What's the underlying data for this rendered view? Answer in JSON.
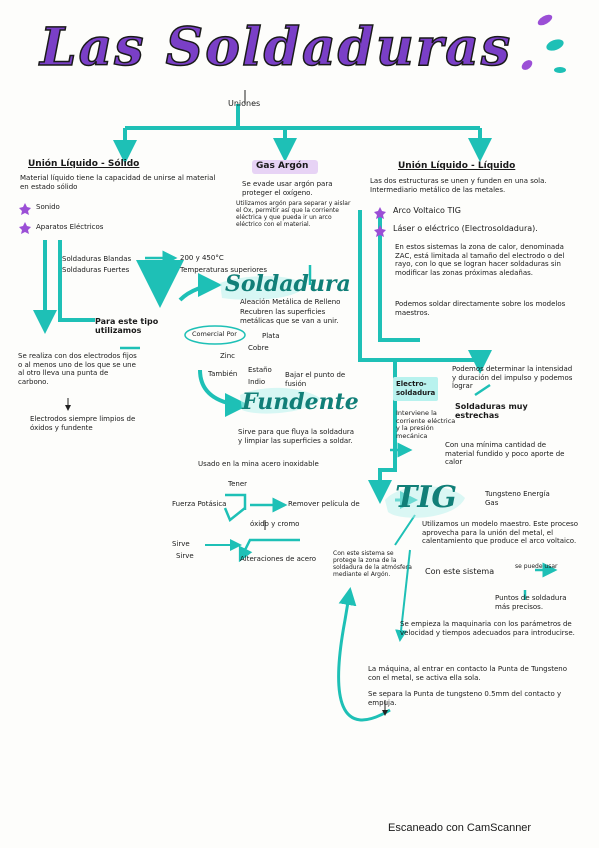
{
  "title": "Las Soldaduras",
  "uniones": "Uniones",
  "left": {
    "heading": "Unión Líquido - Sólido",
    "desc": "Material líquido tiene la capacidad de unirse al material en estado sólido",
    "item1": "Sonido",
    "item2": "Aparatos Eléctricos",
    "sold1": "Soldaduras Blandas",
    "sold2": "Soldaduras Fuertes",
    "temp1": "200 y 450°C",
    "temp2": "Temperaturas superiores",
    "tipo": "Para este tipo utilizamos",
    "electrodos": "Se realiza con dos electrodos fijos o al menos uno de los que se une al otro lleva una punta de carbono.",
    "limpieza": "Electrodos siempre limpios de óxidos y fundente"
  },
  "center": {
    "gas_heading": "Gas Argón",
    "gas_desc": "Se evade usar argón para proteger el oxígeno.",
    "gas_desc2": "Utilizamos argón para separar y aislar el Ox, permitir así que la corriente eléctrica y que pueda ir un arco eléctrico con el material.",
    "soldadura": "Soldadura",
    "aleacion": "Aleación Metálica de Relleno",
    "aleacion2": "Recubren las superficies metálicas que se van a unir.",
    "comercial": "Comercial Por",
    "plata": "Plata",
    "cobre": "Cobre",
    "zinc": "Zinc",
    "tambien": "También",
    "estano": "Estaño",
    "indio": "Indio",
    "bajar": "Bajar el punto de fusión",
    "fundente": "Fundente",
    "fund_desc": "Sirve para que fluya la soldadura y limpiar las superficies a soldar.",
    "vidrio": "Usado en la mina acero inoxidable",
    "tener": "Tener",
    "fuerza": "Fuerza Potásica",
    "remover": "Remover película de",
    "oxido": "óxido y cromo",
    "sirve": "Sirve",
    "sirve_a": "Sirve",
    "alteraciones": "Alteraciones de acero"
  },
  "right": {
    "heading": "Unión Líquido - Líquido",
    "desc": "Las dos estructuras se unen y funden en una sola. Intermediario metálico de las metales.",
    "arco": "Arco Voltaico TIG",
    "laser": "Láser o eléctrico (Electrosoldadura).",
    "estos": "En estos sistemas la zona de calor, denominada ZAC, está limitada al tamaño del electrodo o del rayo, con lo que se logran hacer soldaduras sin modificar las zonas próximas aledañas.",
    "podemos": "Podemos soldar directamente sobre los modelos maestros.",
    "electro": "Electro-soldadura",
    "intensidad": "Interviene la corriente eléctrica y la presión mecánica",
    "determinar": "Podemos determinar la intensidad y duración del impulso y podemos lograr",
    "estrechas": "Soldaduras muy estrechas",
    "minima": "Con una mínima cantidad de material fundido y poco aporte de calor",
    "tig": "TIG",
    "tungsteno": "Tungsteno Energía Gas",
    "util": "Utilizamos un modelo maestro. Este proceso aprovecha para la unión del metal, el calentamiento que produce el arco voltaico.",
    "sistema": "Con este sistema",
    "puede": "se puede usar",
    "puntos": "Puntos de soldadura más precisos.",
    "con_sistema": "Con este sistema se protege la zona de la soldadura de la atmósfera mediante el Argón.",
    "maquina": "Se empieza la maquinaria con los parámetros de velocidad y tiempos adecuados para introducirse.",
    "maquina2": "La máquina, al entrar en contacto la Punta de Tungsteno con el metal, se activa ella sola.",
    "separa": "Se separa la Punta de tungsteno 0.5mm del contacto y empuja."
  },
  "footer": "Escaneado con CamScanner"
}
